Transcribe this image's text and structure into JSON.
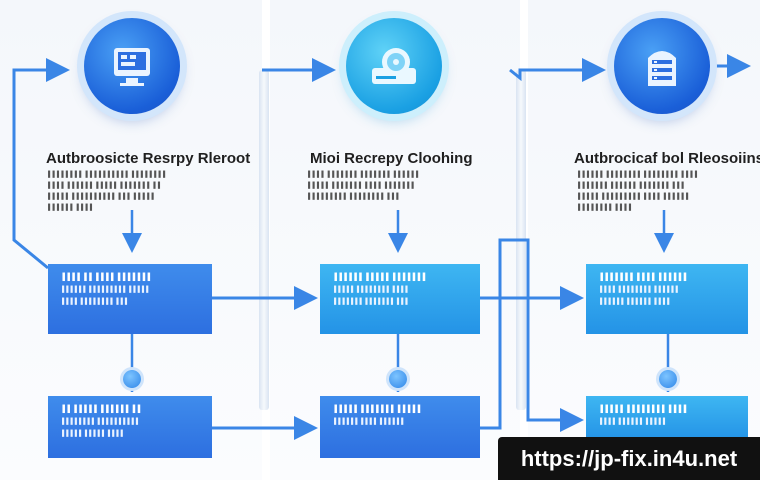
{
  "columns": [
    {
      "title": "Autbroosicte Resrpy Rleroot",
      "desc_lines": [
        "▐▐▐▐▐▐▐▐ ▐▐▐▐▐▐▐▐▐▐ ▐▐▐▐▐▐▐▐",
        "▐▐▐▐ ▐▐▐▐▐▐ ▐▐▐▐▐ ▐▐▐▐▐▐▐ ▐▐",
        "▐▐▐▐▐ ▐▐▐▐▐▐▐▐▐▐ ▐▐▐ ▐▐▐▐▐",
        "▐▐▐▐▐▐ ▐▐▐▐"
      ],
      "box1_lines": [
        "▐▐▐▐ ▐▐ ▐▐▐▐ ▐▐▐▐▐▐▐",
        "▐▐▐▐▐▐ ▐▐▐▐▐▐▐▐▐ ▐▐▐▐▐",
        "▐▐▐▐ ▐▐▐▐▐▐▐▐ ▐▐▐"
      ],
      "box2_lines": [
        "▐▐ ▐▐▐▐▐ ▐▐▐▐▐▐ ▐▐",
        "▐▐▐▐▐▐▐▐ ▐▐▐▐▐▐▐▐▐▐",
        "▐▐▐▐▐ ▐▐▐▐▐ ▐▐▐▐"
      ]
    },
    {
      "title": "Mioi Recrepy Cloohing",
      "desc_lines": [
        "▐▐▐▐ ▐▐▐▐▐▐▐ ▐▐▐▐▐▐▐ ▐▐▐▐▐▐",
        "▐▐▐▐▐ ▐▐▐▐▐▐▐ ▐▐▐▐ ▐▐▐▐▐▐▐",
        "▐▐▐▐▐▐▐▐▐ ▐▐▐▐▐▐▐▐ ▐▐▐"
      ],
      "box1_lines": [
        "▐▐▐▐▐▐ ▐▐▐▐▐ ▐▐▐▐▐▐▐",
        "▐▐▐▐▐ ▐▐▐▐▐▐▐▐ ▐▐▐▐",
        "▐▐▐▐▐▐▐ ▐▐▐▐▐▐▐ ▐▐▐"
      ],
      "box2_lines": [
        "▐▐▐▐▐ ▐▐▐▐▐▐▐ ▐▐▐▐▐",
        "▐▐▐▐▐▐ ▐▐▐▐ ▐▐▐▐▐▐"
      ]
    },
    {
      "title": "Autbrocicaf bol Rleosoiins",
      "desc_lines": [
        "▐▐▐▐▐▐ ▐▐▐▐▐▐▐▐ ▐▐▐▐▐▐▐▐ ▐▐▐▐",
        "▐▐▐▐▐▐▐ ▐▐▐▐▐▐ ▐▐▐▐▐▐▐ ▐▐▐",
        "▐▐▐▐▐ ▐▐▐▐▐▐▐▐▐ ▐▐▐▐ ▐▐▐▐▐▐",
        "▐▐▐▐▐▐▐▐ ▐▐▐▐"
      ],
      "box1_lines": [
        "▐▐▐▐▐▐▐ ▐▐▐▐ ▐▐▐▐▐▐",
        "▐▐▐▐ ▐▐▐▐▐▐▐▐ ▐▐▐▐▐▐",
        "▐▐▐▐▐▐ ▐▐▐▐▐▐ ▐▐▐▐"
      ],
      "box2_lines": [
        "▐▐▐▐▐ ▐▐▐▐▐▐▐▐ ▐▐▐▐",
        "▐▐▐▐ ▐▐▐▐▐▐ ▐▐▐▐▐"
      ]
    }
  ],
  "icons": [
    "computer-monitor-icon",
    "hard-drive-icon",
    "server-rack-icon"
  ],
  "watermark": "https://jp-fix.in4u.net",
  "colors": {
    "blue": "#2d6fe0",
    "teal": "#2493e6",
    "line": "#3a86e6"
  }
}
